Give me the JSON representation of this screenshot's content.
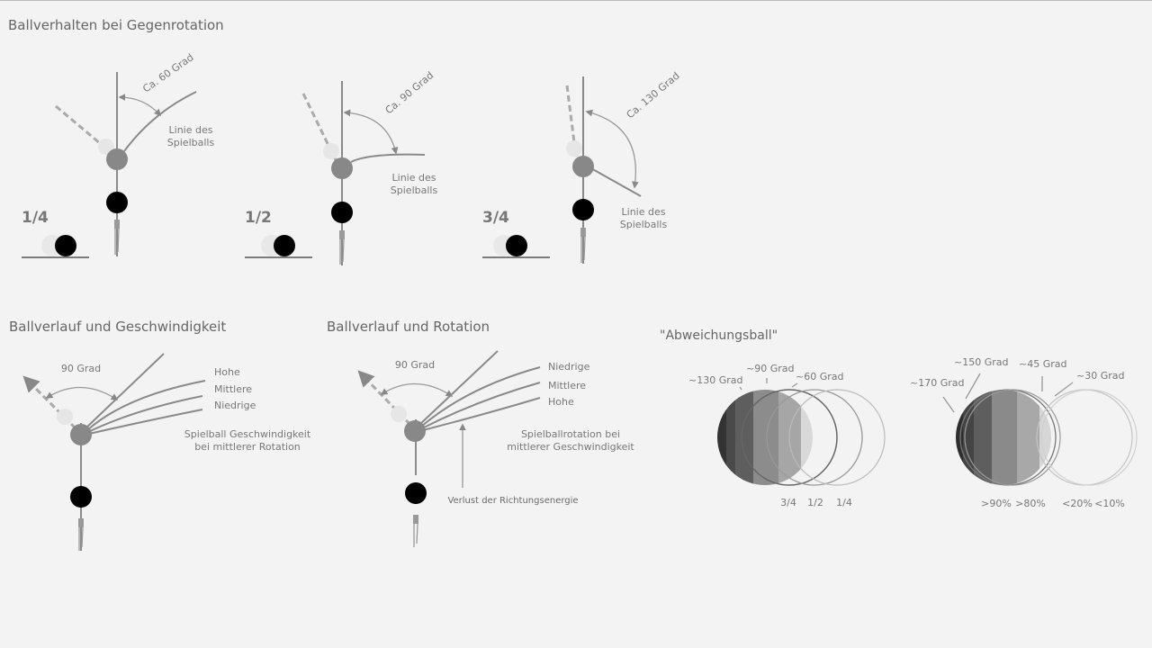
{
  "titles": {
    "s1": "Ballverhalten bei Gegenrotation",
    "s2": "Ballverlauf und Geschwindigkeit",
    "s3": "Ballverlauf und Rotation",
    "s4": "\"Abweichungsball\""
  },
  "panels": [
    {
      "fraction": "1/4",
      "angle": "Ca. 60 Grad",
      "line1": "Linie des",
      "line2": "Spielballs"
    },
    {
      "fraction": "1/2",
      "angle": "Ca. 90 Grad",
      "line1": "Linie des",
      "line2": "Spielballs"
    },
    {
      "fraction": "3/4",
      "angle": "Ca. 130 Grad",
      "line1": "Linie des",
      "line2": "Spielballs"
    }
  ],
  "speed": {
    "angle": "90 Grad",
    "labels": [
      "Hohe",
      "Mittlere",
      "Niedrige"
    ],
    "note1": "Spielball Geschwindigkeit",
    "note2": "bei mittlerer Rotation"
  },
  "rotation": {
    "angle": "90 Grad",
    "labels": [
      "Niedrige",
      "Mittlere",
      "Hohe"
    ],
    "note1": "Spielballrotation bei",
    "note2": "mittlerer Geschwindigkeit",
    "loss": "Verlust der Richtungsenergie"
  },
  "deviation": {
    "left": {
      "angles": [
        "~130 Grad",
        "~90 Grad",
        "~60 Grad"
      ],
      "fractions": [
        "3/4",
        "1/2",
        "1/4"
      ]
    },
    "right": {
      "angles": [
        "~170 Grad",
        "~150 Grad",
        "~45 Grad",
        "~30 Grad"
      ],
      "percents": [
        ">90%",
        ">80%",
        "<20%",
        "<10%"
      ]
    }
  }
}
